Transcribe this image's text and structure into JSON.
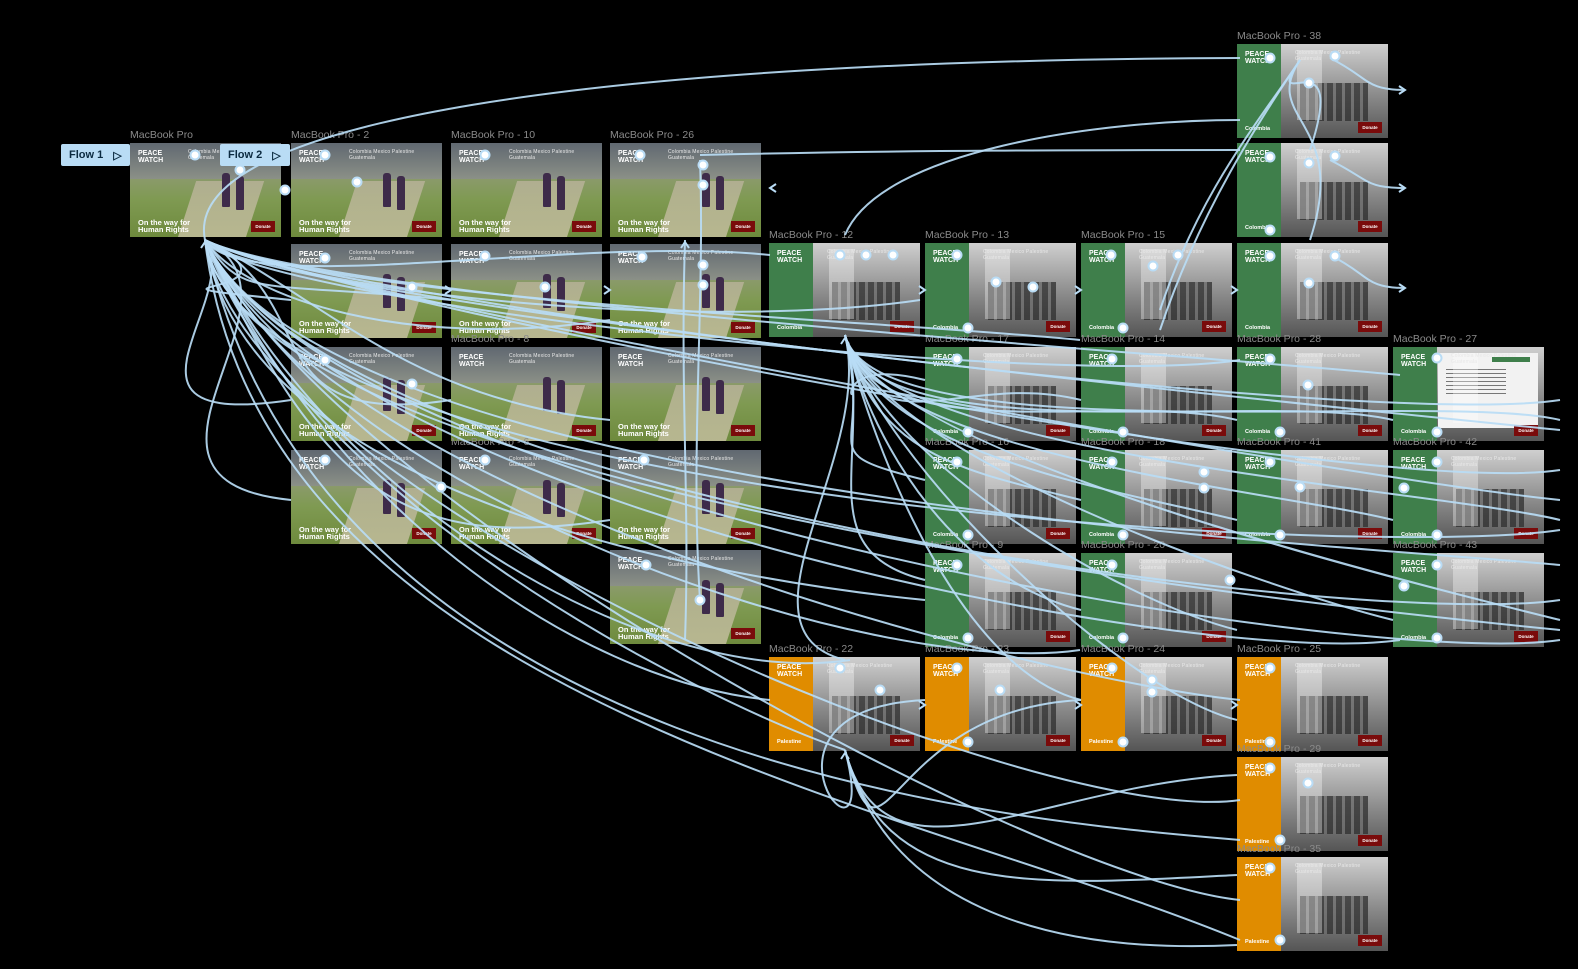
{
  "flows": [
    {
      "label": "Flow 1"
    },
    {
      "label": "Flow 2"
    }
  ],
  "frames": [
    {
      "label": "MacBook Pro",
      "theme": "hero"
    },
    {
      "label": "MacBook Pro - 2",
      "theme": "hero"
    },
    {
      "label": "MacBook Pro - 10",
      "theme": "hero"
    },
    {
      "label": "MacBook Pro - 26",
      "theme": "hero"
    },
    {
      "label": "",
      "theme": "hero"
    },
    {
      "label": "",
      "theme": "hero"
    },
    {
      "label": "",
      "theme": "hero"
    },
    {
      "label": "",
      "theme": "hero"
    },
    {
      "label": "MacBook Pro - 8",
      "theme": "hero"
    },
    {
      "label": "",
      "theme": "hero"
    },
    {
      "label": "",
      "theme": "hero"
    },
    {
      "label": "MacBook Pro - 6",
      "theme": "hero"
    },
    {
      "label": "",
      "theme": "hero"
    },
    {
      "label": "",
      "theme": "hero"
    },
    {
      "label": "MacBook Pro - 12",
      "theme": "green"
    },
    {
      "label": "MacBook Pro - 13",
      "theme": "green"
    },
    {
      "label": "MacBook Pro - 15",
      "theme": "green"
    },
    {
      "label": "",
      "theme": "green"
    },
    {
      "label": "MacBook Pro - 38",
      "theme": "green"
    },
    {
      "label": "",
      "theme": "green"
    },
    {
      "label": "",
      "theme": "green"
    },
    {
      "label": "MacBook Pro - 27",
      "theme": "text"
    },
    {
      "label": "MacBook Pro - 17",
      "theme": "green"
    },
    {
      "label": "MacBook Pro - 14",
      "theme": "green"
    },
    {
      "label": "MacBook Pro - 28",
      "theme": "green"
    },
    {
      "label": "MacBook Pro - 16",
      "theme": "green"
    },
    {
      "label": "MacBook Pro - 18",
      "theme": "green"
    },
    {
      "label": "MacBook Pro - 41",
      "theme": "green"
    },
    {
      "label": "MacBook Pro - 42",
      "theme": "green"
    },
    {
      "label": "MacBook Pro - 9",
      "theme": "green"
    },
    {
      "label": "MacBook Pro - 20",
      "theme": "green"
    },
    {
      "label": "MacBook Pro - 43",
      "theme": "green"
    },
    {
      "label": "MacBook Pro - 22",
      "theme": "orange"
    },
    {
      "label": "MacBook Pro - 23",
      "theme": "orange"
    },
    {
      "label": "MacBook Pro - 24",
      "theme": "orange"
    },
    {
      "label": "MacBook Pro - 25",
      "theme": "orange"
    },
    {
      "label": "MacBook Pro - 29",
      "theme": "orange"
    },
    {
      "label": "MacBook Pro - 35",
      "theme": "orange"
    }
  ],
  "content": {
    "logo": "PEACE WATCH",
    "headline": "On the way for Human Rights",
    "donate": "Donate",
    "region_green": "Colombia",
    "region_orange": "Palestine",
    "menu": "Colombia  Mexico  Palestine  Guatemala"
  },
  "colors": {
    "canvas_bg": "#000000",
    "connector": "#b9dcf5",
    "green_sidebar": "#3f7f4b",
    "orange_sidebar": "#e08c00",
    "donate_button": "#7a0b0b",
    "flow_button": "#b9dcf5"
  }
}
